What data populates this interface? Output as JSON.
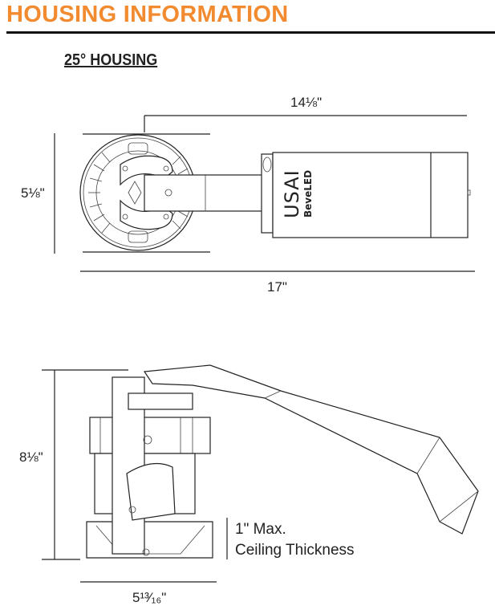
{
  "header": {
    "title": "HOUSING INFORMATION",
    "subtitle": "25° HOUSING"
  },
  "top_view": {
    "dim_overall_length_to_driver": "14⅛\"",
    "dim_width": "5⅛\"",
    "dim_overall_length": "17\"",
    "brand": "USAI",
    "product": "BeveLED"
  },
  "side_view": {
    "dim_height": "8⅛\"",
    "ceiling_note_line1": "1\" Max.",
    "ceiling_note_line2": "Ceiling Thickness",
    "dim_base_width": "5¹³⁄₁₆\""
  },
  "colors": {
    "title": "#f28a30",
    "line": "#222222"
  }
}
